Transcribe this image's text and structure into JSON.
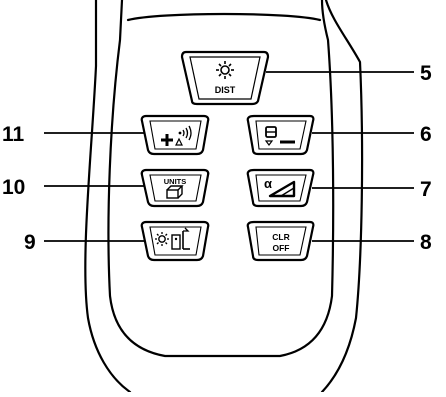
{
  "diagram": {
    "callouts": [
      {
        "number": "5",
        "key": "dist"
      },
      {
        "number": "6",
        "key": "memory"
      },
      {
        "number": "7",
        "key": "angle"
      },
      {
        "number": "8",
        "key": "clr-off"
      },
      {
        "number": "9",
        "key": "backlight-reference"
      },
      {
        "number": "10",
        "key": "units"
      },
      {
        "number": "11",
        "key": "add-subtract-beep"
      }
    ],
    "keys": {
      "dist": {
        "label": "DIST",
        "icon": "laser-sun-icon"
      },
      "memory": {
        "icon": "memory-minus-icon"
      },
      "angle": {
        "symbol": "α",
        "icon": "angle-icon"
      },
      "clr_off": {
        "line1": "CLR",
        "line2": "OFF"
      },
      "units": {
        "label": "UNITS",
        "icon": "box-icon"
      },
      "backlight": {
        "icon": "backlight-reference-icon"
      },
      "add_subtract": {
        "icon": "plus-sound-icon"
      }
    },
    "colors": {
      "line": "#000000",
      "background": "#ffffff"
    }
  }
}
